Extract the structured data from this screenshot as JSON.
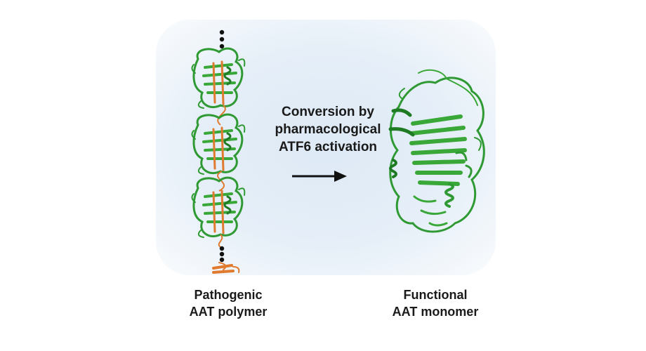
{
  "conversion_label": {
    "line1": "Conversion by",
    "line2": "pharmacological",
    "line3": "ATF6 activation"
  },
  "left_label": {
    "line1": "Pathogenic",
    "line2": "AAT polymer"
  },
  "right_label": {
    "line1": "Functional",
    "line2": "AAT monomer"
  },
  "colors": {
    "protein_green": "#3aa838",
    "protein_dark": "#1f7a24",
    "polymer_orange": "#e07a2e",
    "arrow": "#111111",
    "background": "#e3edf7"
  }
}
